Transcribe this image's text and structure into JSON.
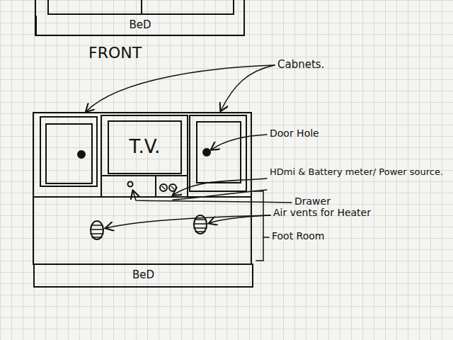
{
  "diagram": {
    "nodes": [
      {
        "text": [
          "BeD"
        ]
      },
      {
        "text": [
          "T.V."
        ]
      },
      {
        "text": [
          "BeD"
        ]
      }
    ],
    "labels": [
      "FRONT",
      "Cabnets.",
      "Door Hole",
      "HDmi & Battery meter/ Power source.",
      "Drawer",
      "Air vents for Heater",
      "Foot Room"
    ]
  }
}
